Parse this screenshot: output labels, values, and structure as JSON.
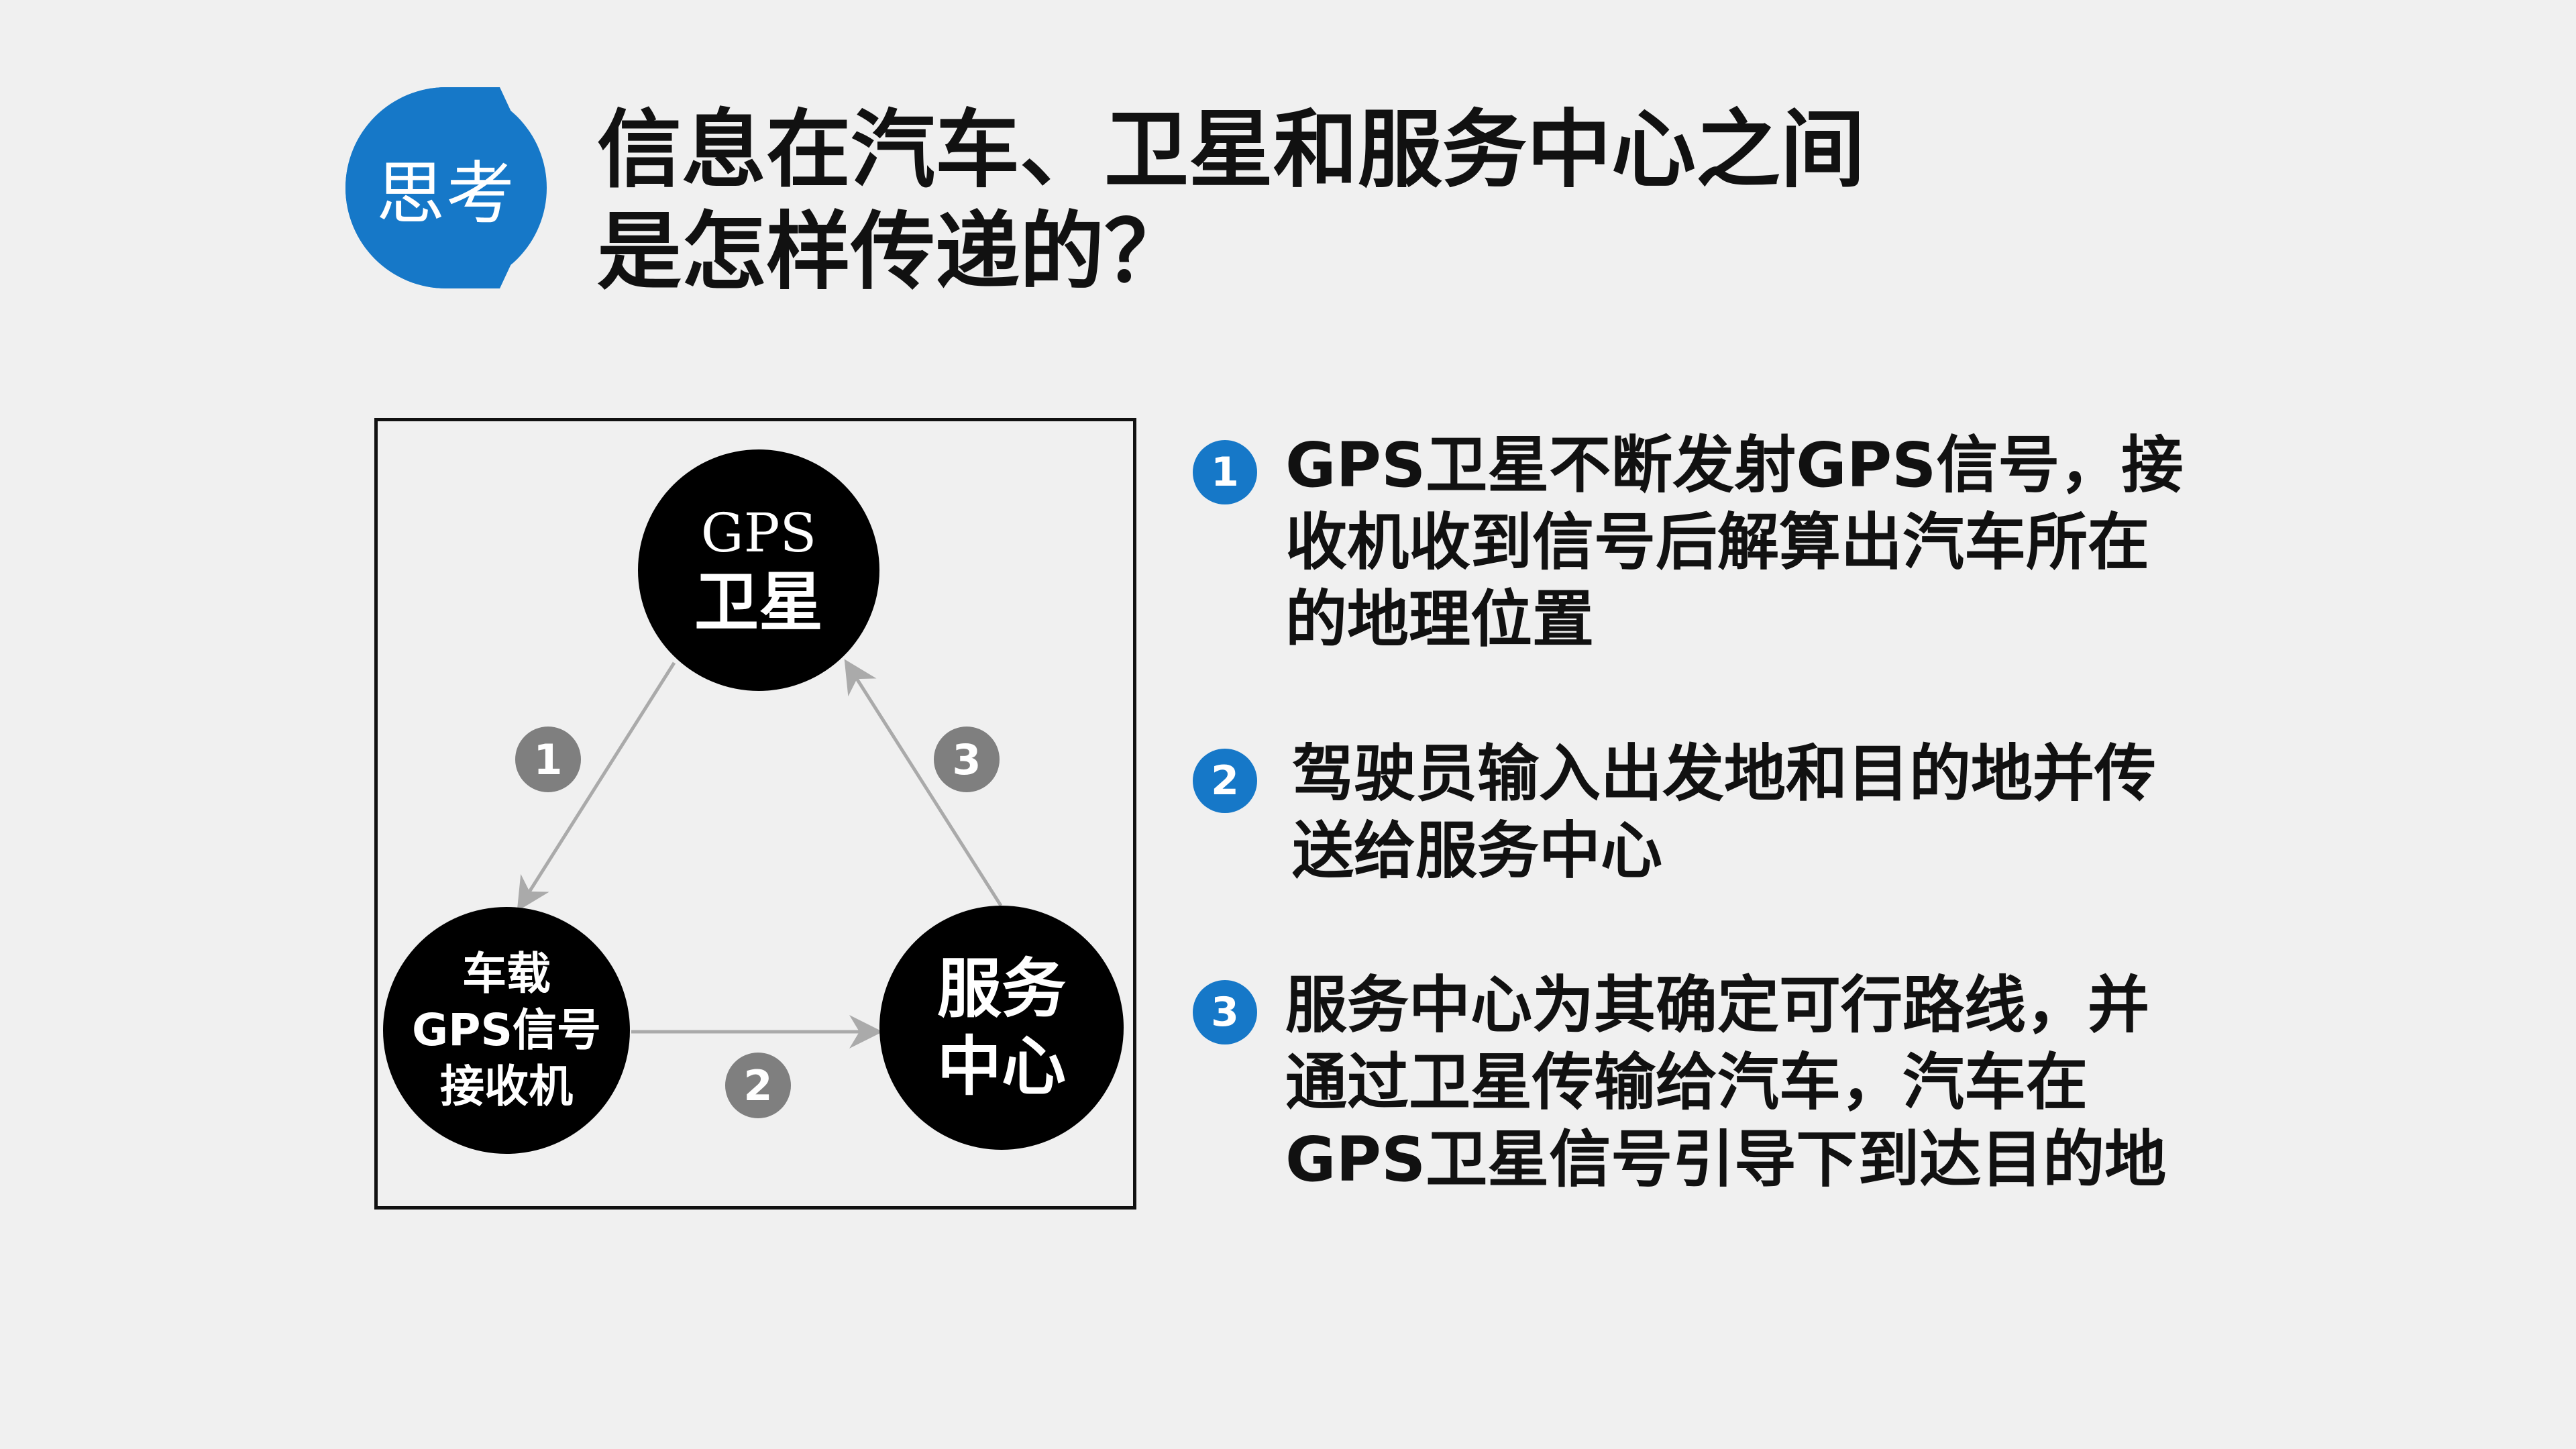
{
  "header": {
    "badge_label": "思考",
    "title_lines": [
      "信息在汽车、卫星和服务中心之间",
      "是怎样传递的？"
    ],
    "badge_color": "#1678c8"
  },
  "diagram": {
    "nodes": {
      "gps_satellite": [
        "GPS",
        "卫星"
      ],
      "car_receiver": [
        "车载",
        "GPS信号",
        "接收机"
      ],
      "service_center": [
        "服务",
        "中心"
      ]
    },
    "step_markers": [
      "1",
      "2",
      "3"
    ],
    "node_color": "#000000",
    "marker_color": "#7f7f7f",
    "arrow_color": "#aaaaaa"
  },
  "steps": [
    {
      "number": "1",
      "lines": [
        "GPS卫星不断发射GPS信号，接",
        "收机收到信号后解算出汽车所在",
        "的地理位置"
      ]
    },
    {
      "number": "2",
      "lines": [
        "驾驶员输入出发地和目的地并传",
        "送给服务中心"
      ]
    },
    {
      "number": "3",
      "lines": [
        "服务中心为其确定可行路线，并",
        "通过卫星传输给汽车，汽车在",
        "GPS卫星信号引导下到达目的地"
      ]
    }
  ]
}
